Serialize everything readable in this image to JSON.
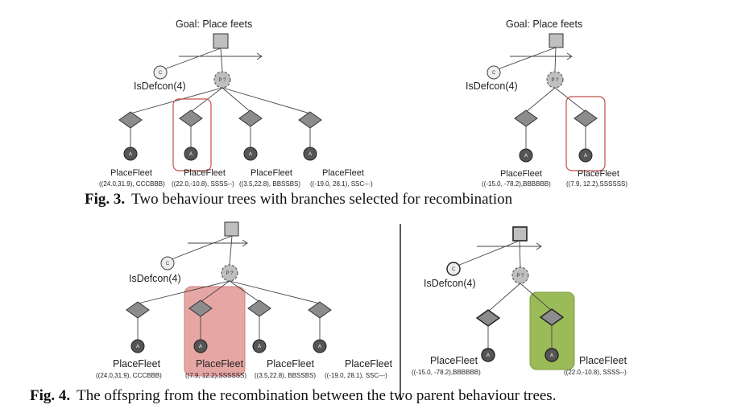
{
  "fig3": {
    "caption_prefix": "Fig. 3.",
    "caption_text": "Two behaviour trees with branches selected for recombination",
    "left_tree": {
      "goal_label": "Goal: Place feets",
      "condition_label": "IsDefcon(4)",
      "condition_letter": "C",
      "selector_letter": "P ?",
      "action_letter": "A",
      "leaves": [
        {
          "title": "PlaceFleet",
          "params": "((24.0,31.9), CCCBBB)"
        },
        {
          "title": "PlaceFleet",
          "params": "((22.0,-10.8), SSSS--)"
        },
        {
          "title": "PlaceFleet",
          "params": "((3.5,22.8), BBSSBS)"
        },
        {
          "title": "PlaceFleet",
          "params": "((-19.0, 28.1), SSC---)"
        }
      ]
    },
    "right_tree": {
      "goal_label": "Goal: Place feets",
      "condition_label": "IsDefcon(4)",
      "leaves": [
        {
          "title": "PlaceFleet",
          "params": "((-15.0, -78.2),BBBBBB)"
        },
        {
          "title": "PlaceFleet",
          "params": "((7.9, 12.2),SSSSSS)"
        }
      ]
    }
  },
  "fig4": {
    "caption_prefix": "Fig. 4.",
    "caption_text": "The offspring from the recombination between the two parent behaviour trees.",
    "left_tree": {
      "condition_label": "IsDefcon(4)",
      "leaves": [
        {
          "title": "PlaceFleet",
          "params": "((24.0,31.9), CCCBBB)"
        },
        {
          "title": "PlaceFleet",
          "params": "((7.9, 12.2),SSSSSS)"
        },
        {
          "title": "PlaceFleet",
          "params": "((3.5,22.8), BBSSBS)"
        },
        {
          "title": "PlaceFleet",
          "params": "((-19.0, 28.1), SSC---)"
        }
      ]
    },
    "right_tree": {
      "condition_label": "IsDefcon(4)",
      "leaves": [
        {
          "title": "PlaceFleet",
          "params": "((-15.0, -78.2),BBBBBB)"
        },
        {
          "title": "PlaceFleet",
          "params": "((22.0,-10.8), SSSS--)"
        }
      ]
    }
  },
  "colors": {
    "selected_outline": "#c0504d",
    "offspring_red_fill": "#e6a6a4",
    "offspring_green_fill": "#9bbb59",
    "node_gray": "#7f7f7f",
    "node_dark": "#555555",
    "root_fill": "#bfbfbf"
  }
}
